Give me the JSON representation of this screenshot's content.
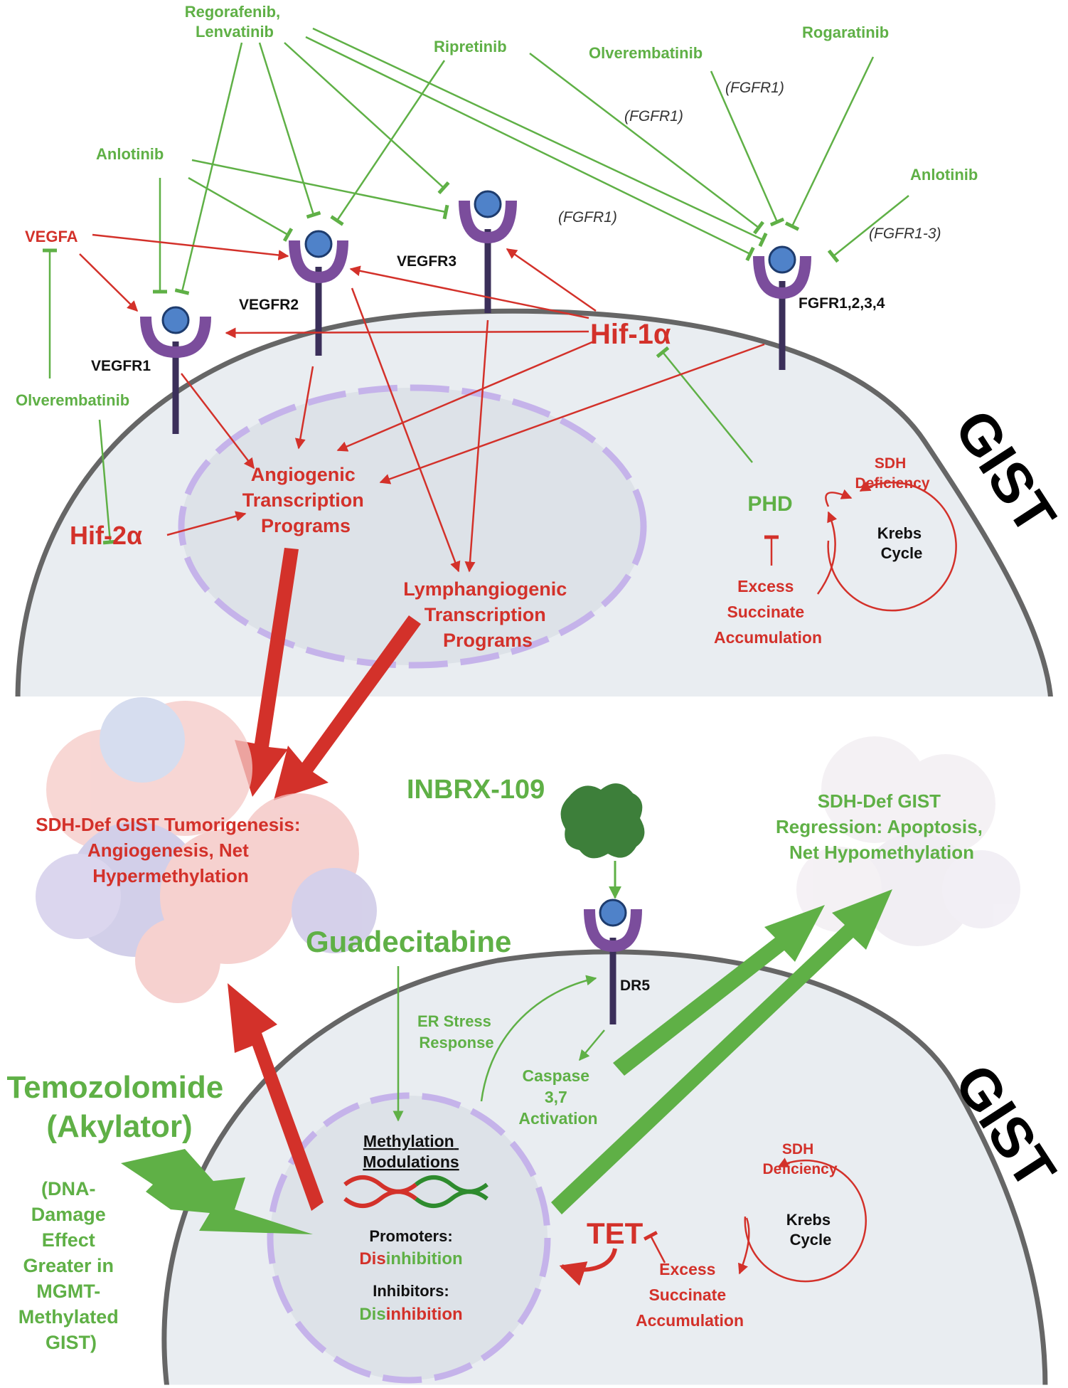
{
  "colors": {
    "inhibitor_green": "#5fb046",
    "activator_red": "#d3312a",
    "receptor_purple": "#7b4d9c",
    "receptor_head": "#4f82c9",
    "cell_gray": "#e9edf1",
    "nucleus_purple": "#c5b3ea"
  },
  "top": {
    "cell_label": "GIST",
    "drugs": {
      "regorafenib": [
        "Regorafenib,",
        "Lenvatinib"
      ],
      "ripretinib": "Ripretinib",
      "olverembatinib_top": "Olverembatinib",
      "rogaratinib": "Rogaratinib",
      "anlotinib_left": "Anlotinib",
      "anlotinib_right": "Anlotinib",
      "olverembatinib_left": "Olverembatinib"
    },
    "fgfr_notes": {
      "a": "(FGFR1)",
      "b": "(FGFR1)",
      "c": "(FGFR1)",
      "d": "(FGFR1-3)"
    },
    "receptors": {
      "vegfr1": "VEGFR1",
      "vegfr2": "VEGFR2",
      "vegfr3": "VEGFR3",
      "fgfr": "FGFR1,2,3,4"
    },
    "ligand": "VEGFA",
    "hif1": "Hif-1α",
    "hif2": "Hif-2α",
    "angio": [
      "Angiogenic",
      "Transcription",
      "Programs"
    ],
    "lymph": [
      "Lymphangiogenic",
      "Transcription",
      "Programs"
    ],
    "phd": "PHD",
    "sdh": [
      "SDH",
      "Deficiency"
    ],
    "krebs": [
      "Krebs",
      "Cycle"
    ],
    "succinate": [
      "Excess",
      "Succinate",
      "Accumulation"
    ]
  },
  "middle": {
    "tumorigenesis": [
      "SDH-Def GIST Tumorigenesis:",
      "Angiogenesis, Net",
      "Hypermethylation"
    ],
    "inbrx": "INBRX-109",
    "regression": [
      "SDH-Def GIST",
      "Regression: Apoptosis,",
      "Net Hypomethylation"
    ],
    "guadecitabine": "Guadecitabine"
  },
  "bottom": {
    "cell_label": "GIST",
    "temozolomide": [
      "Temozolomide",
      "(Akylator)"
    ],
    "dna_damage": [
      "(DNA-",
      "Damage",
      "Effect",
      "Greater in",
      "MGMT-",
      "Methylated",
      "GIST)"
    ],
    "er_stress": [
      "ER Stress",
      "Response"
    ],
    "dr5": "DR5",
    "caspase": [
      "Caspase",
      "3,7",
      "Activation"
    ],
    "methylation": [
      "Methylation",
      "Modulations"
    ],
    "promoters_label": "Promoters:",
    "promoters_a": "Dis",
    "promoters_b": "inhibition",
    "inhibitors_label": "Inhibitors:",
    "inhibitors_a": "Dis",
    "inhibitors_b": "inhibition",
    "tet": "TET",
    "sdh": [
      "SDH",
      "Deficiency"
    ],
    "krebs": [
      "Krebs",
      "Cycle"
    ],
    "succinate": [
      "Excess",
      "Succinate",
      "Accumulation"
    ]
  }
}
